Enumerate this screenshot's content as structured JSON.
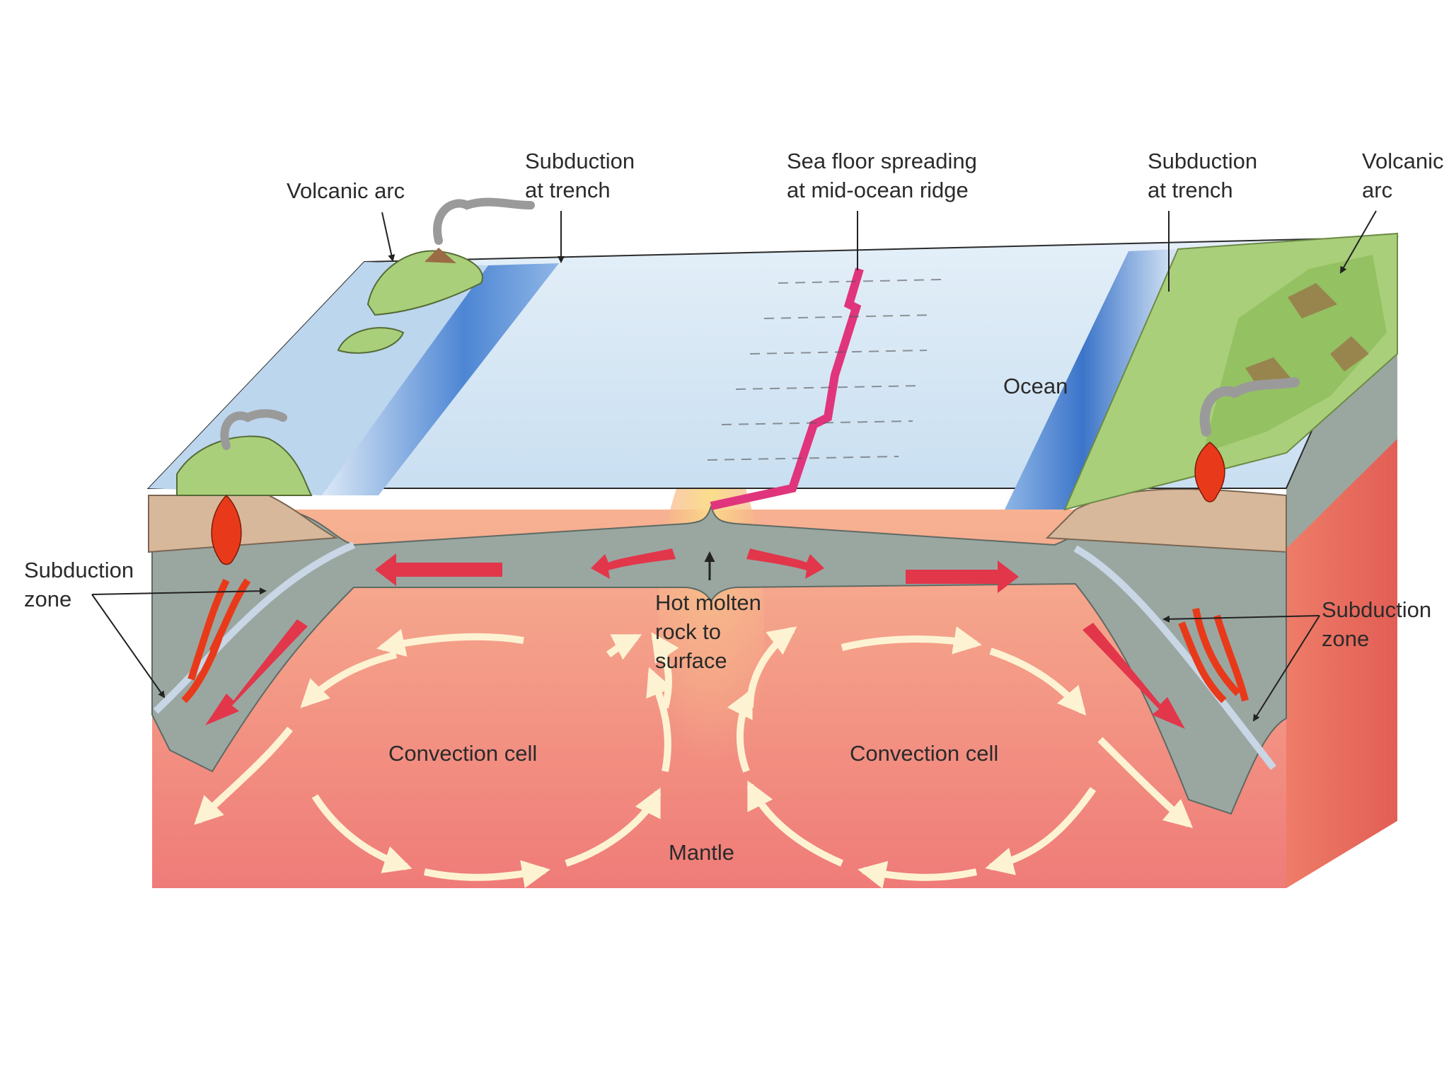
{
  "diagram": {
    "labels": {
      "volcanic_arc_left": "Volcanic arc",
      "subduction_trench_left": [
        "Subduction",
        "at trench"
      ],
      "sea_floor_spreading": [
        "Sea floor spreading",
        "at mid-ocean ridge"
      ],
      "subduction_trench_right": [
        "Subduction",
        "at trench"
      ],
      "volcanic_arc_right": [
        "Volcanic",
        "arc"
      ],
      "ocean": "Ocean",
      "subduction_zone_left": [
        "Subduction",
        "zone"
      ],
      "subduction_zone_right": [
        "Subduction",
        "zone"
      ],
      "hot_molten_rock": [
        "Hot molten",
        "rock to",
        "surface"
      ],
      "convection_cell_left": "Convection cell",
      "convection_cell_right": "Convection cell",
      "mantle": "Mantle"
    },
    "colors": {
      "mantle": "#f0877a",
      "mantle_top": "#f6a98d",
      "ocean_surface": "#cfe3f3",
      "trench_blue": "#3b74c9",
      "lithosphere": "#9aa7a1",
      "plate_motion_arrow": "#e2364b",
      "convection_arrow": "#fdf3d2",
      "magma": "#e83a1a",
      "land_green": "#9ccc6a",
      "crust_sand": "#d8b89a",
      "box_side": "#e86a5a"
    }
  }
}
